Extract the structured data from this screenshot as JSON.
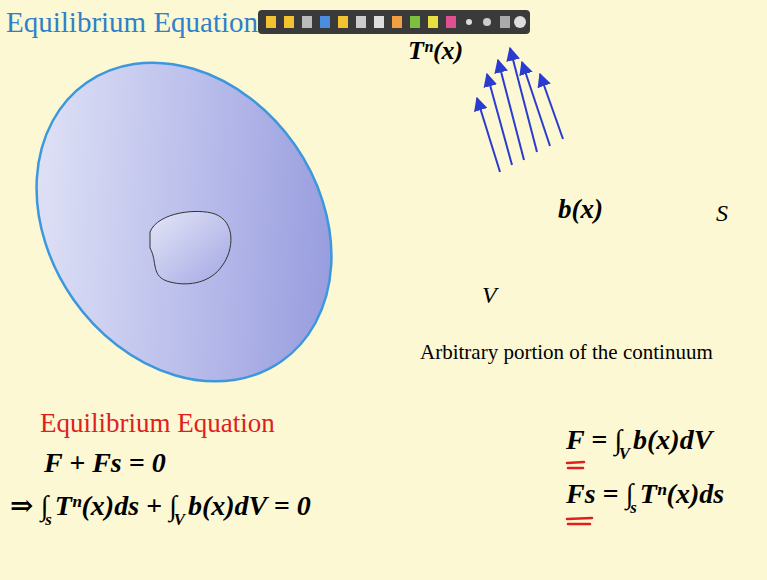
{
  "diagram": {
    "title": "Equilibrium Equation",
    "nodes": [
      {
        "text": [
          "b(x)",
          "V",
          "S"
        ]
      }
    ],
    "labels": [
      "Tⁿ(x)",
      "Arbitrary portion of the continuum",
      "Equilibrium Equation",
      "F + Fs = 0",
      "⇒ ∫",
      "s",
      "Tⁿ(x)ds + ∫",
      "V",
      "b(x)dV = 0",
      "F = ∫",
      "V",
      "b(x)dV",
      "Fs = ∫",
      "s",
      "Tⁿ(x)ds"
    ]
  }
}
